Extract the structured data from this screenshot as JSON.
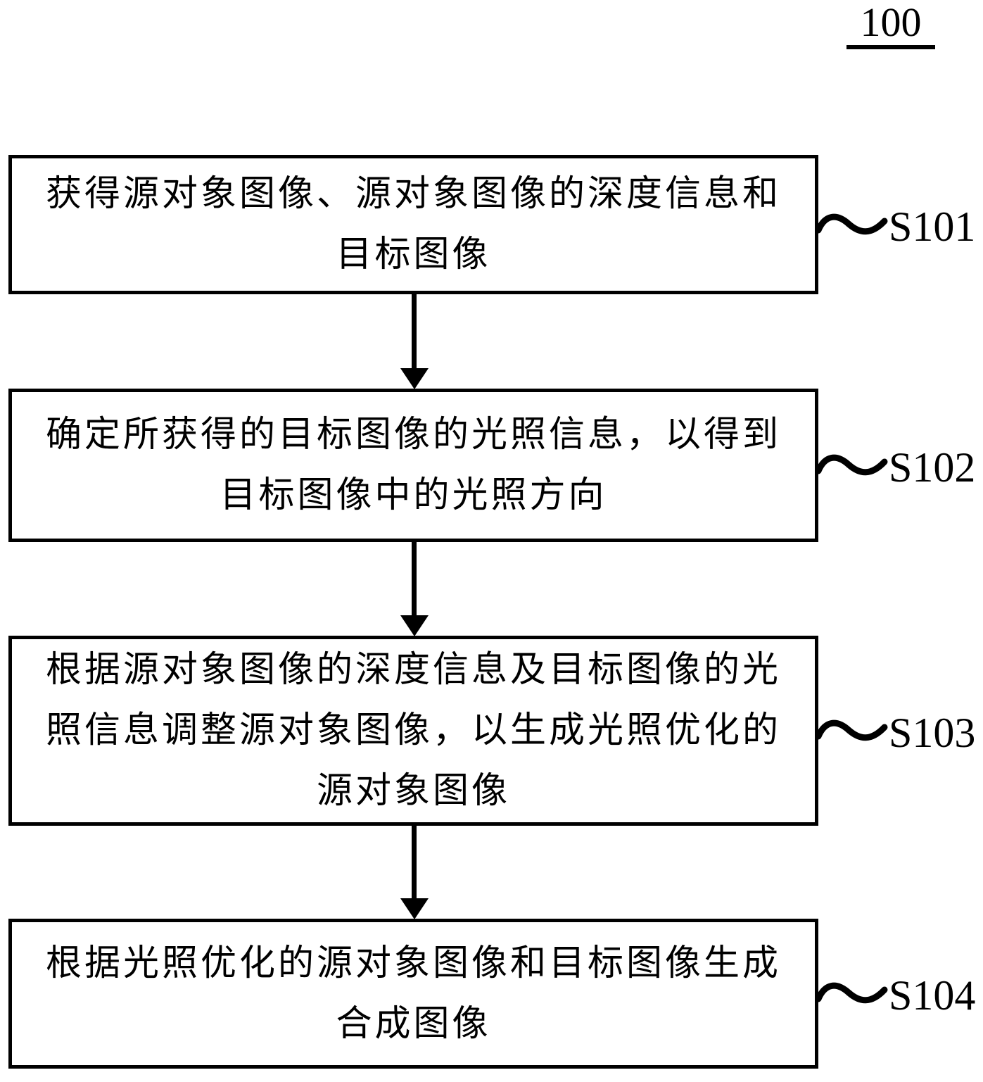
{
  "figure_label": "100",
  "steps": [
    {
      "label": "S101",
      "lines": {
        "0": "获得源对象图像、源对象图像的深度信息和",
        "1": "目标图像"
      }
    },
    {
      "label": "S102",
      "lines": {
        "0": "确定所获得的目标图像的光照信息，以得到",
        "1": "目标图像中的光照方向"
      }
    },
    {
      "label": "S103",
      "lines": {
        "0": "根据源对象图像的深度信息及目标图像的光",
        "1": "照信息调整源对象图像，以生成光照优化的",
        "2": "源对象图像"
      }
    },
    {
      "label": "S104",
      "lines": {
        "0": "根据光照优化的源对象图像和目标图像生成",
        "1": "合成图像"
      }
    }
  ],
  "icons": {
    "arrow": "down-arrow",
    "connector": "tilde-squiggle"
  }
}
